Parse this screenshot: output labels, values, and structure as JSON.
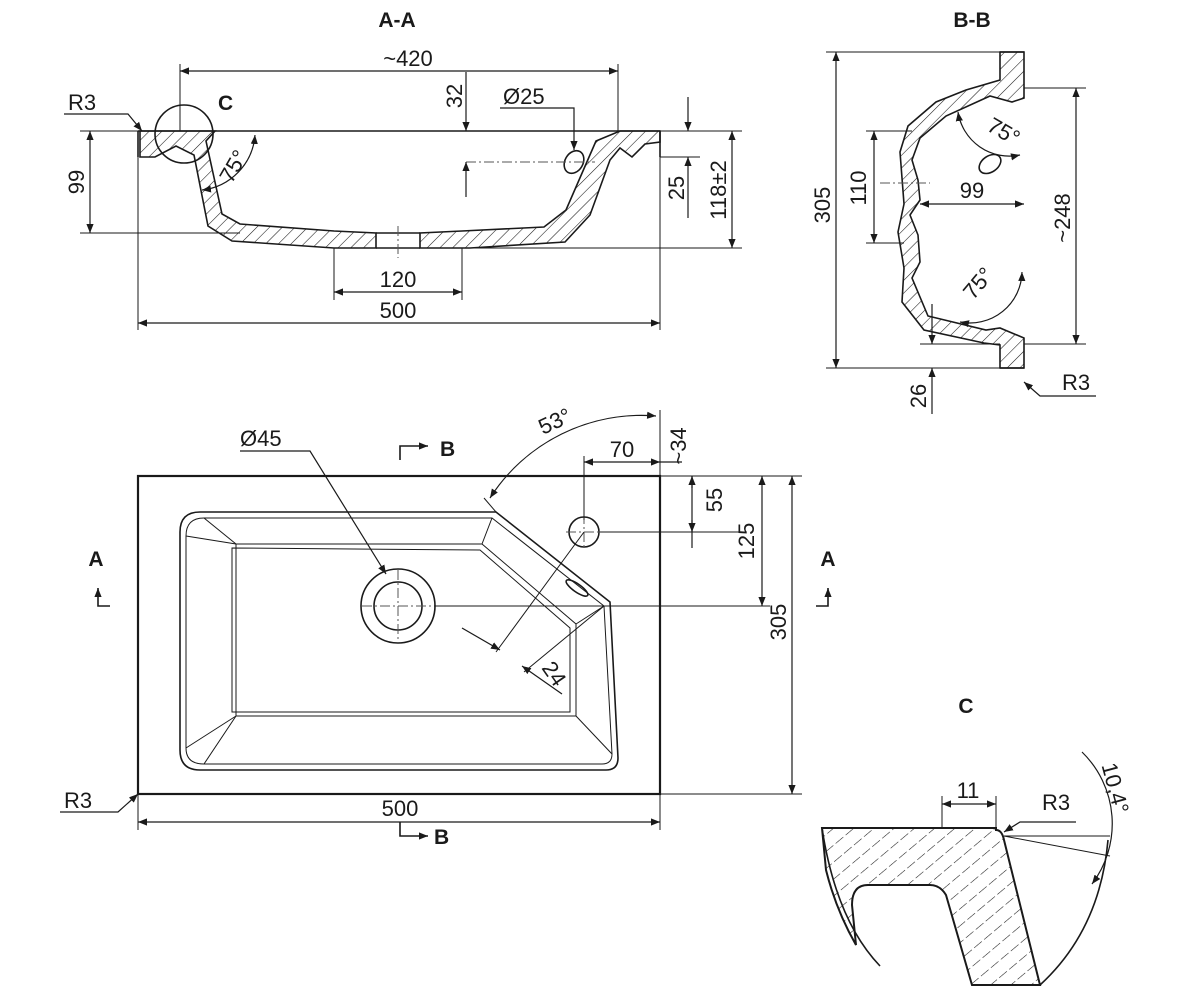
{
  "views": {
    "section_aa": {
      "title": "A-A",
      "dims": {
        "overall_top": "~420",
        "depth_32": "32",
        "hole_dia": "Ø25",
        "radius": "R3",
        "detail_ref": "C",
        "angle": "75°",
        "height_99": "99",
        "depth_25": "25",
        "height_118": "118±2",
        "drain_width": "120",
        "overall_width": "500"
      }
    },
    "section_bb": {
      "title": "B-B",
      "dims": {
        "height_305": "305",
        "height_110": "110",
        "depth_99": "99",
        "height_248": "~248",
        "angle_top": "75°",
        "angle_bottom": "75°",
        "rim_26": "26",
        "radius": "R3"
      }
    },
    "plan_view": {
      "dims": {
        "drain_dia": "Ø45",
        "angle_53": "53°",
        "offset_70": "70",
        "offset_34": "~34",
        "offset_55": "55",
        "offset_125": "125",
        "depth_305": "305",
        "offset_24": "24",
        "radius": "R3",
        "width_500": "500"
      },
      "section_marks": {
        "a_left": "A",
        "a_right": "A",
        "b_top": "B",
        "b_bottom": "B"
      }
    },
    "detail_c": {
      "title": "C",
      "dims": {
        "width_11": "11",
        "radius": "R3",
        "angle": "10,4°"
      }
    }
  }
}
